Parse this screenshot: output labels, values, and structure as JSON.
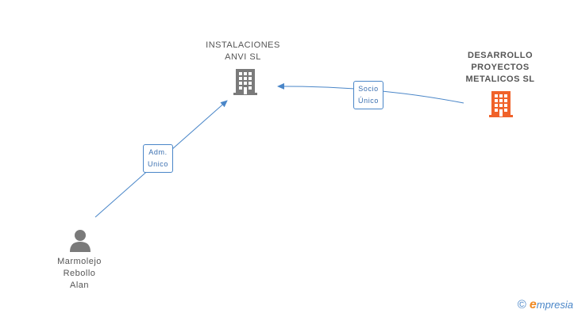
{
  "nodes": {
    "instalaciones": {
      "lines": [
        "INSTALACIONES",
        "ANVI SL"
      ],
      "color": "#7a7a7a"
    },
    "desarrollo": {
      "lines": [
        "DESARROLLO",
        "PROYECTOS",
        "METALICOS SL"
      ],
      "color": "#f0622a"
    },
    "person": {
      "lines": [
        "Marmolejo",
        "Rebollo",
        "Alan"
      ],
      "color": "#7a7a7a"
    }
  },
  "edges": {
    "adm": {
      "lines": [
        "Adm.",
        "Unico"
      ]
    },
    "socio": {
      "lines": [
        "Socio",
        "Único"
      ]
    }
  },
  "edge_color": "#4a86c8",
  "watermark": {
    "copyright": "©",
    "brand_first": "e",
    "brand_rest": "mpresia"
  }
}
